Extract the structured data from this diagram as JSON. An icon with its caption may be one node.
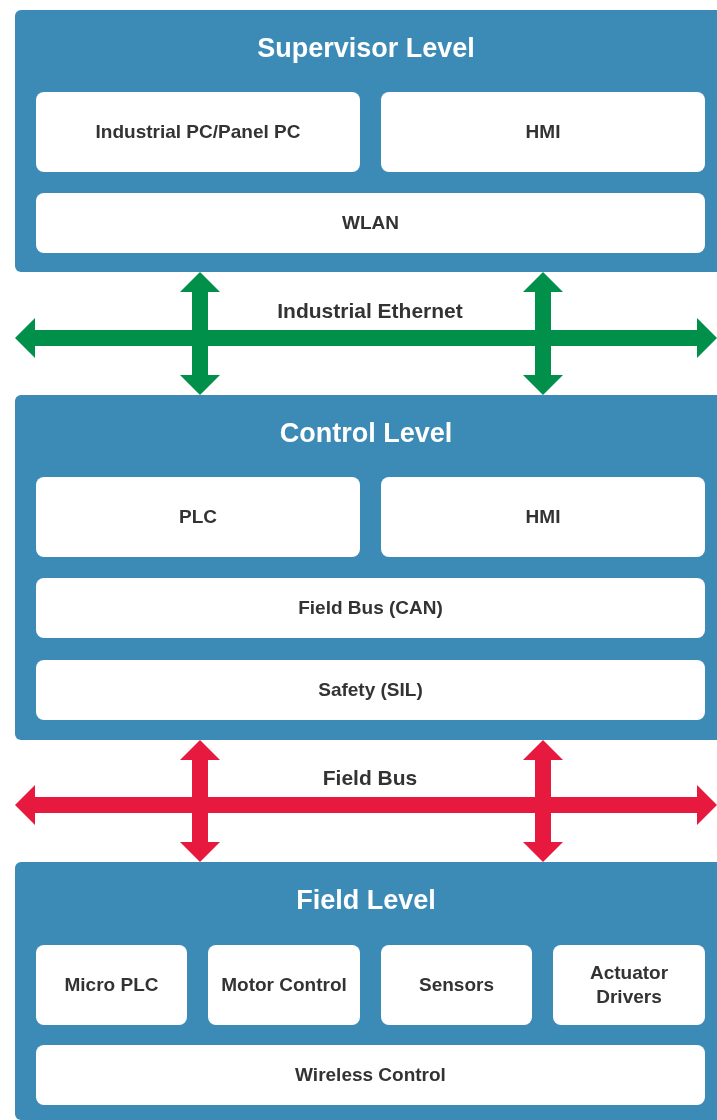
{
  "diagram": {
    "nodes": [
      {
        "text": [
          "Supervisor Level"
        ]
      },
      {
        "text": [
          "Industrial PC/Panel PC"
        ],
        "in": 0
      },
      {
        "text": [
          "HMI"
        ],
        "in": 0
      },
      {
        "text": [
          "WLAN"
        ],
        "in": 0
      },
      {
        "text": [
          "Control Level"
        ]
      },
      {
        "text": [
          "PLC"
        ],
        "in": 4
      },
      {
        "text": [
          "HMI"
        ],
        "in": 4
      },
      {
        "text": [
          "Field Bus (CAN)"
        ],
        "in": 4
      },
      {
        "text": [
          "Safety (SIL)"
        ],
        "in": 4
      },
      {
        "text": [
          "Field Level"
        ]
      },
      {
        "text": [
          "Micro PLC"
        ],
        "in": 9
      },
      {
        "text": [
          "Motor Control"
        ],
        "in": 9
      },
      {
        "text": [
          "Sensors"
        ],
        "in": 9
      },
      {
        "text": [
          "Actuator Drivers"
        ],
        "in": 9
      },
      {
        "text": [
          "Wireless Control"
        ],
        "in": 9
      }
    ],
    "edges": [
      {
        "from": 0,
        "to": 4,
        "arrow": "both",
        "color": "#00904a"
      },
      {
        "from": 0,
        "to": 4,
        "arrow": "both",
        "color": "#00904a"
      },
      {
        "from": 4,
        "to": 9,
        "arrow": "both",
        "color": "#e8193f"
      },
      {
        "from": 4,
        "to": 9,
        "arrow": "both",
        "color": "#e8193f"
      }
    ],
    "labels": [
      "Industrial Ethernet",
      "Field Bus"
    ]
  }
}
